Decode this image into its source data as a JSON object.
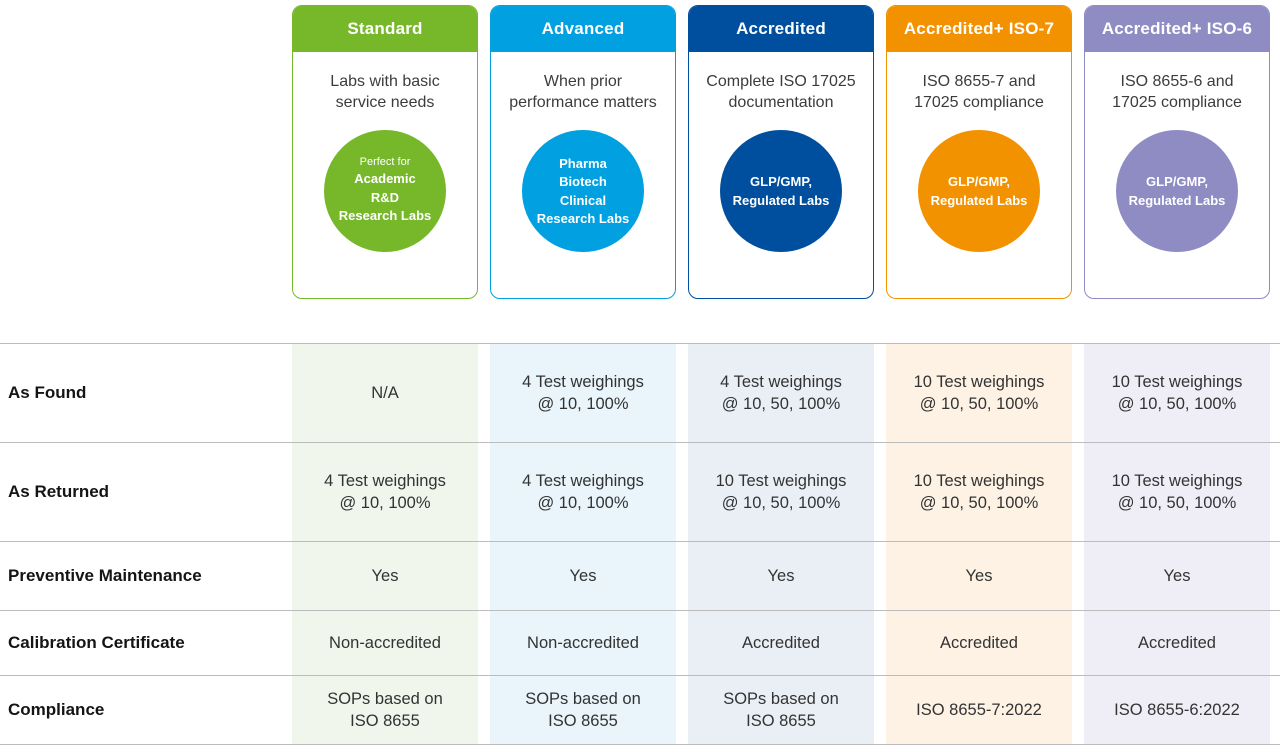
{
  "tiers": [
    {
      "label": "Standard",
      "description": "Labs with basic\nservice needs",
      "circle_intro": "Perfect for",
      "circle_text": "Academic\nR&D\nResearch Labs",
      "color": "#76b82a",
      "tint": "#f0f6ec"
    },
    {
      "label": "Advanced",
      "description": "When prior\nperformance matters",
      "circle_intro": "",
      "circle_text": "Pharma\nBiotech\nClinical\nResearch Labs",
      "color": "#00a0e1",
      "tint": "#e9f4fb"
    },
    {
      "label": "Accredited",
      "description": "Complete ISO 17025\ndocumentation",
      "circle_intro": "",
      "circle_text": "GLP/GMP,\nRegulated Labs",
      "color": "#004f9f",
      "tint": "#eaeff6"
    },
    {
      "label": "Accredited+ ISO-7",
      "description": "ISO 8655-7 and\n17025 compliance",
      "circle_intro": "",
      "circle_text": "GLP/GMP,\nRegulated Labs",
      "color": "#f39200",
      "tint": "#fdf2e4"
    },
    {
      "label": "Accredited+ ISO-6",
      "description": "ISO 8655-6 and\n17025 compliance",
      "circle_intro": "",
      "circle_text": "GLP/GMP,\nRegulated Labs",
      "color": "#8f8cc4",
      "tint": "#efeef7"
    }
  ],
  "chart_data": {
    "type": "table",
    "columns": [
      "Standard",
      "Advanced",
      "Accredited",
      "Accredited+ ISO-7",
      "Accredited+ ISO-6"
    ],
    "rows": [
      {
        "label": "As Found",
        "values": [
          "N/A",
          "4 Test weighings\n@ 10, 100%",
          "4 Test weighings\n@ 10, 50, 100%",
          "10 Test weighings\n@ 10, 50, 100%",
          "10 Test weighings\n@ 10, 50, 100%"
        ]
      },
      {
        "label": "As Returned",
        "values": [
          "4 Test weighings\n@ 10, 100%",
          "4 Test weighings\n@ 10, 100%",
          "10 Test weighings\n@ 10, 50, 100%",
          "10 Test weighings\n@ 10, 50, 100%",
          "10 Test weighings\n@ 10, 50, 100%"
        ]
      },
      {
        "label": "Preventive Maintenance",
        "values": [
          "Yes",
          "Yes",
          "Yes",
          "Yes",
          "Yes"
        ]
      },
      {
        "label": "Calibration Certificate",
        "values": [
          "Non-accredited",
          "Non-accredited",
          "Accredited",
          "Accredited",
          "Accredited"
        ]
      },
      {
        "label": "Compliance",
        "values": [
          "SOPs based on\nISO 8655",
          "SOPs based on\nISO 8655",
          "SOPs based on\nISO 8655",
          "ISO 8655-7:2022",
          "ISO 8655-6:2022"
        ]
      }
    ]
  }
}
